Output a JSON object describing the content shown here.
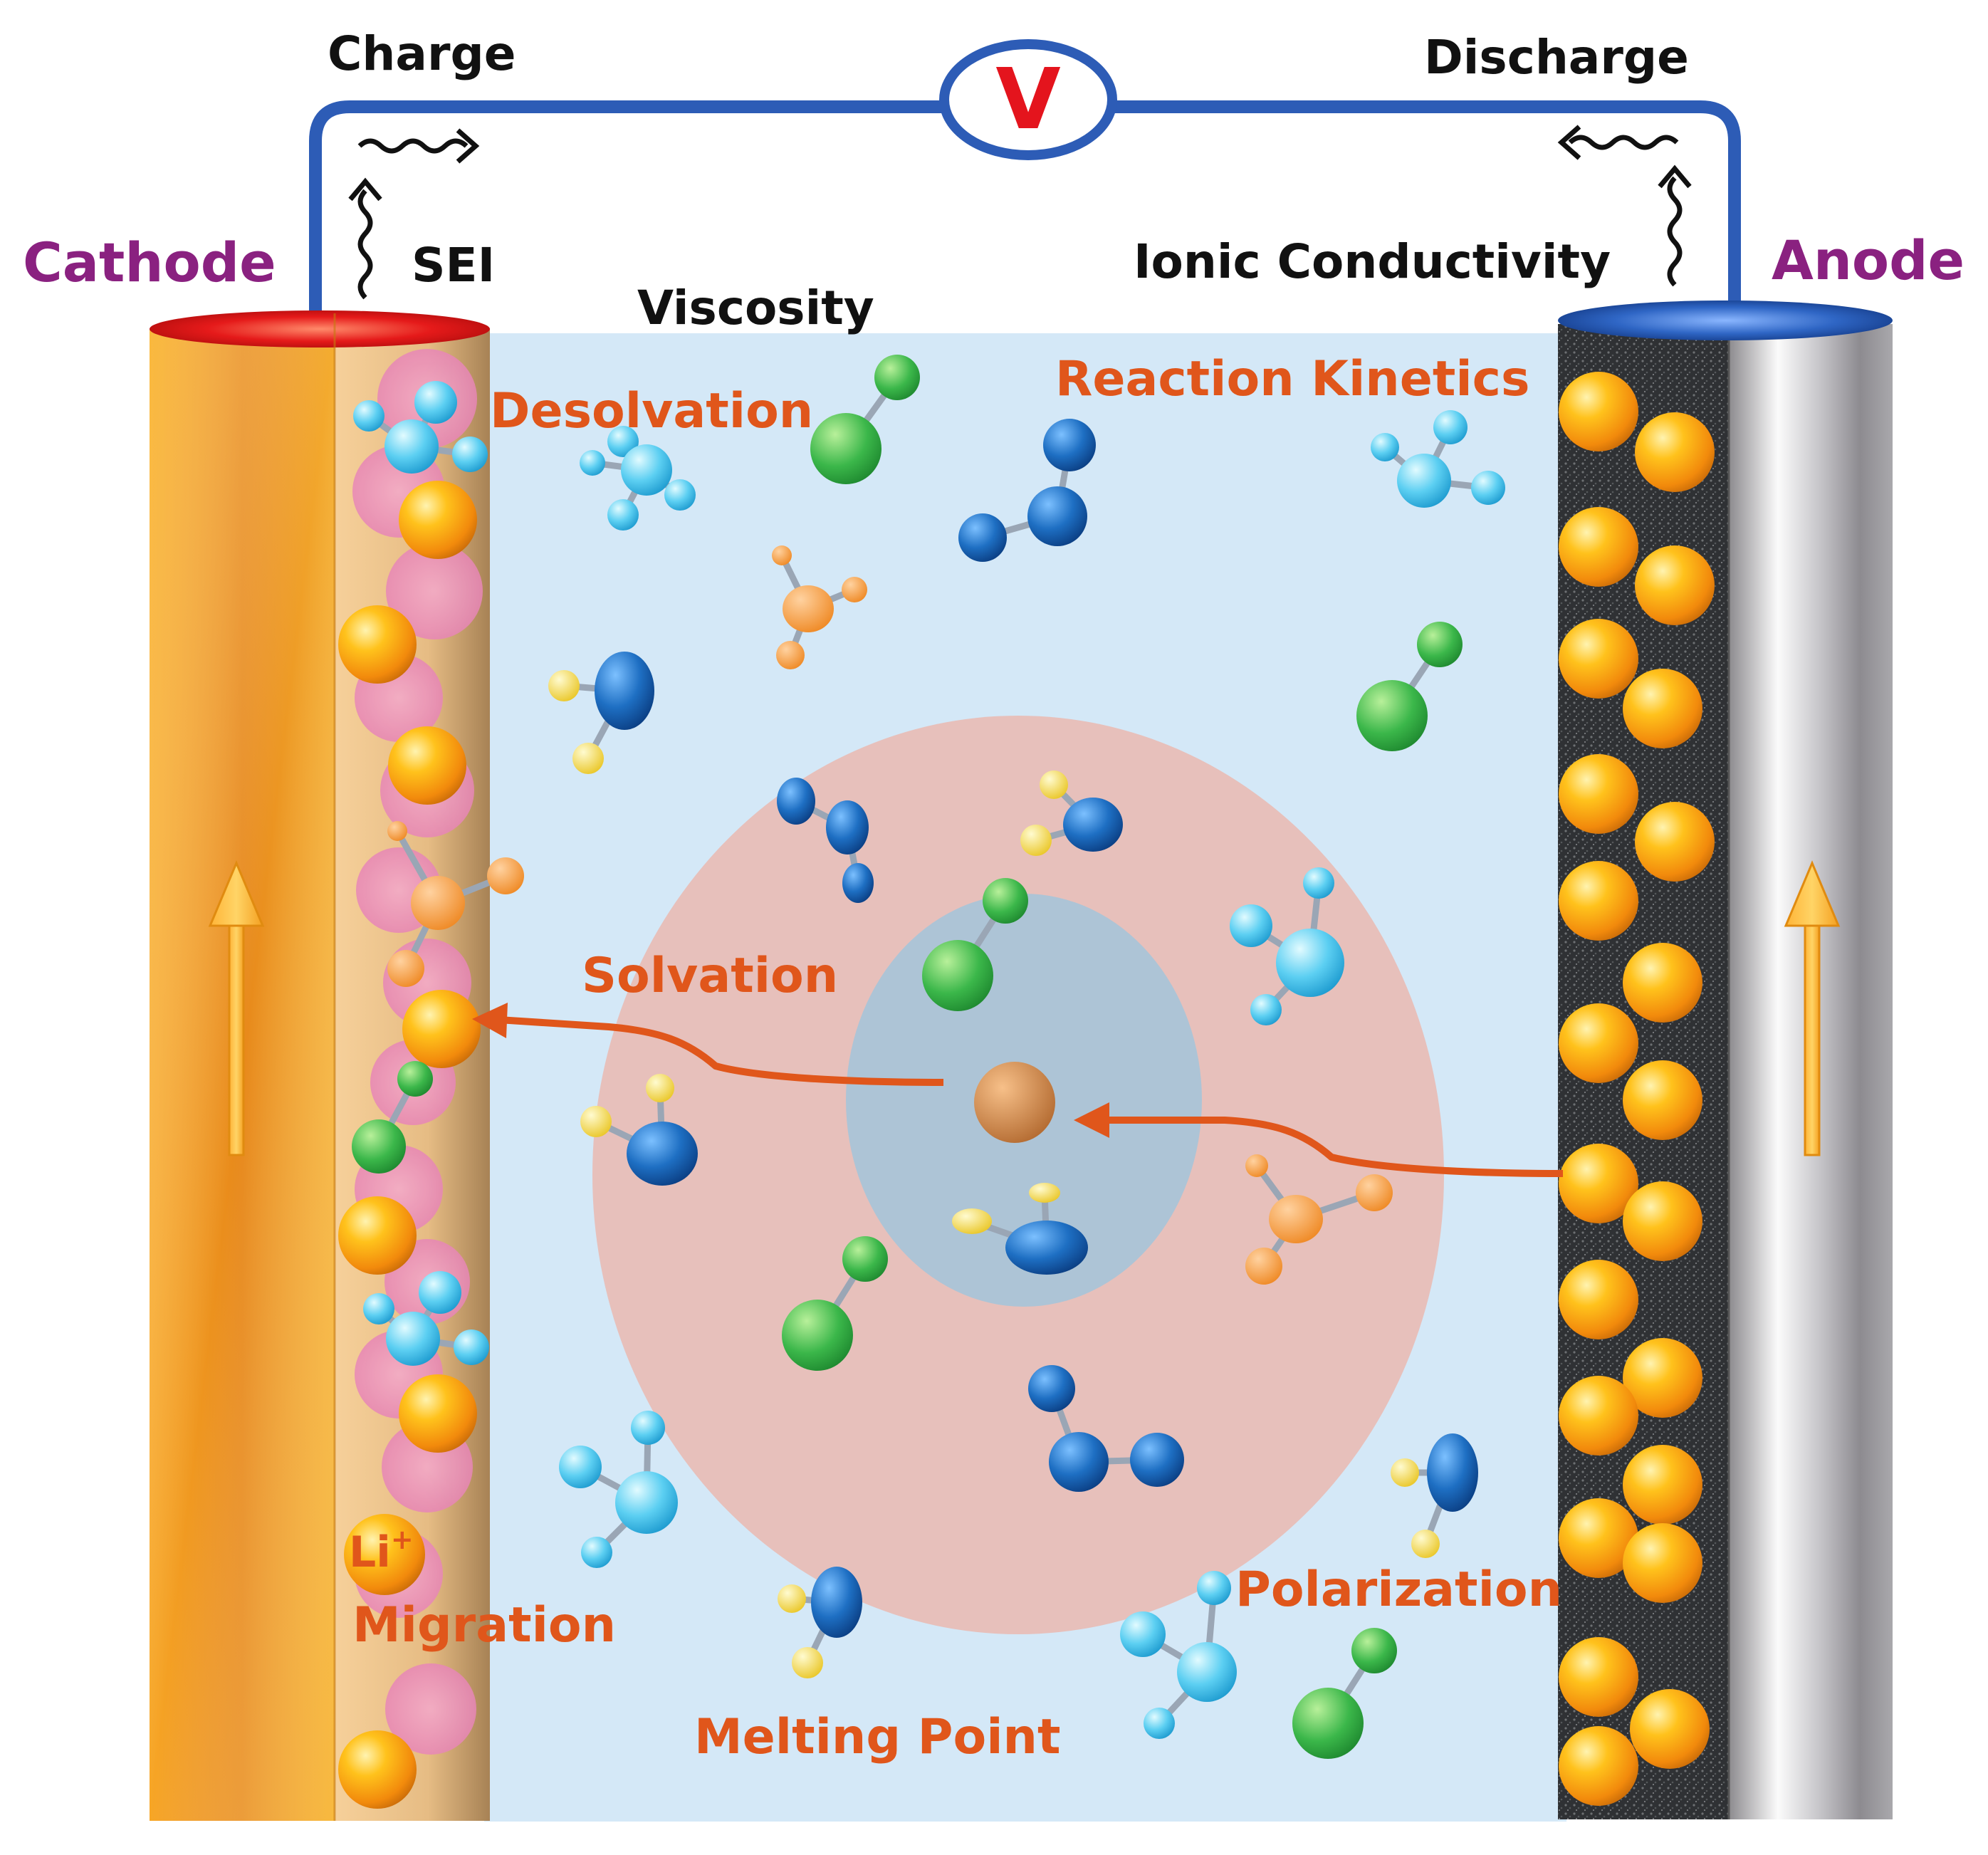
{
  "labels": {
    "charge": "Charge",
    "discharge": "Discharge",
    "voltmeter": "V",
    "cathode": "Cathode",
    "anode": "Anode",
    "sei": "SEI",
    "ionic_conductivity": "Ionic Conductivity",
    "viscosity": "Viscosity",
    "desolvation": "Desolvation",
    "reaction_kinetics": "Reaction Kinetics",
    "solvation": "Solvation",
    "li_ion": "Li",
    "li_charge": "+",
    "migration": "Migration",
    "polarization": "Polarization",
    "melting_point": "Melting Point"
  },
  "colors": {
    "electrolyte": "#d4e8f7",
    "wire": "#2d5cb6",
    "cathode_gold": "#f2a22a",
    "anode_steel": "#a9a9ad",
    "label_dark": "#111111",
    "label_purple": "#8a2180",
    "label_orange": "#e0561b",
    "voltmeter_red": "#e4141d",
    "li_orange": "#f59b12",
    "solvation_shell_outer": "#e7c0bb",
    "solvation_shell_inner": "#adc4d6",
    "molecule_green": "#39b44a",
    "molecule_blue": "#1f6fc1",
    "molecule_cyan": "#4cc8ef",
    "molecule_orange": "#f39a3c",
    "molecule_yellow": "#f2dc46"
  },
  "icons": {
    "voltmeter": "voltmeter-icon",
    "heat_arrow": "wavy-arrow-icon",
    "lithium_ion": "lithium-ion-icon",
    "solvent_molecule": "molecule-icon"
  }
}
